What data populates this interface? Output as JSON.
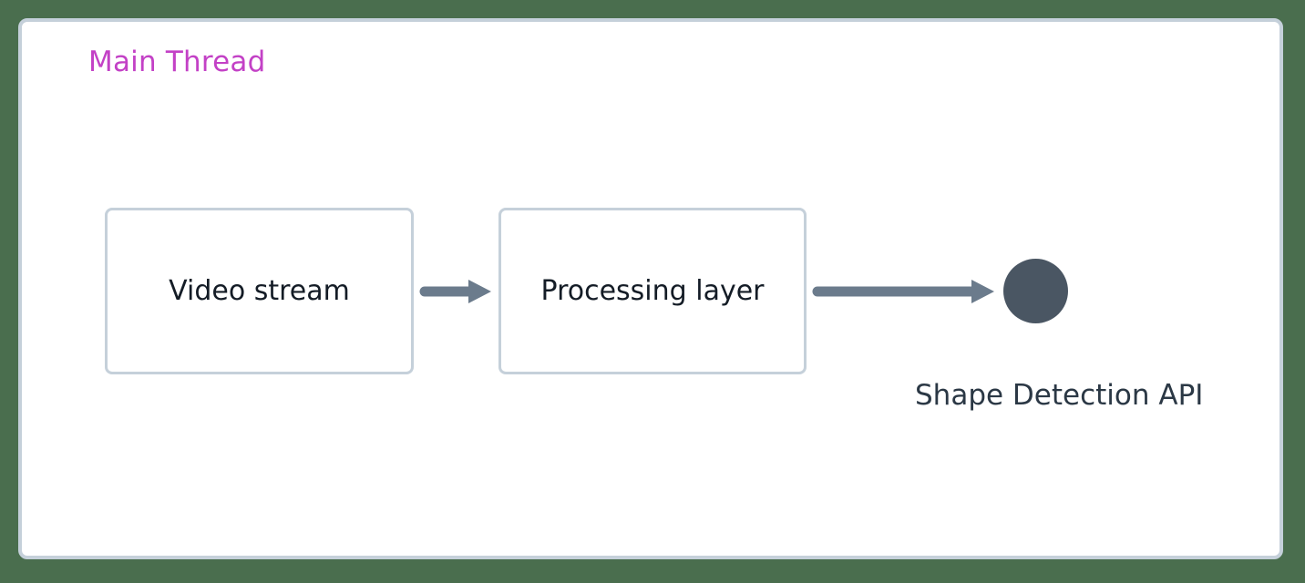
{
  "diagram": {
    "title": "Main Thread",
    "type": "flow-diagram",
    "canvas": {
      "background_color": "#4a6e4e",
      "panel_background": "#ffffff",
      "panel_border_color": "#c5d0da"
    },
    "colors": {
      "group_title": "#c341c6",
      "node_border": "#c5d0da",
      "node_text": "#141c26",
      "arrow": "#6b7b8c",
      "endpoint_fill": "#4a5663",
      "caption_text": "#2b3845"
    },
    "nodes": [
      {
        "id": "video-stream",
        "label": "Video stream",
        "shape": "rounded-rect"
      },
      {
        "id": "processing-layer",
        "label": "Processing layer",
        "shape": "rounded-rect"
      },
      {
        "id": "shape-detection-api",
        "label": "Shape Detection API",
        "shape": "circle"
      }
    ],
    "edges": [
      {
        "id": "video-to-processing",
        "from": "video-stream",
        "to": "processing-layer",
        "style": "solid-arrow"
      },
      {
        "id": "processing-to-api",
        "from": "processing-layer",
        "to": "shape-detection-api",
        "style": "solid-arrow"
      }
    ]
  }
}
